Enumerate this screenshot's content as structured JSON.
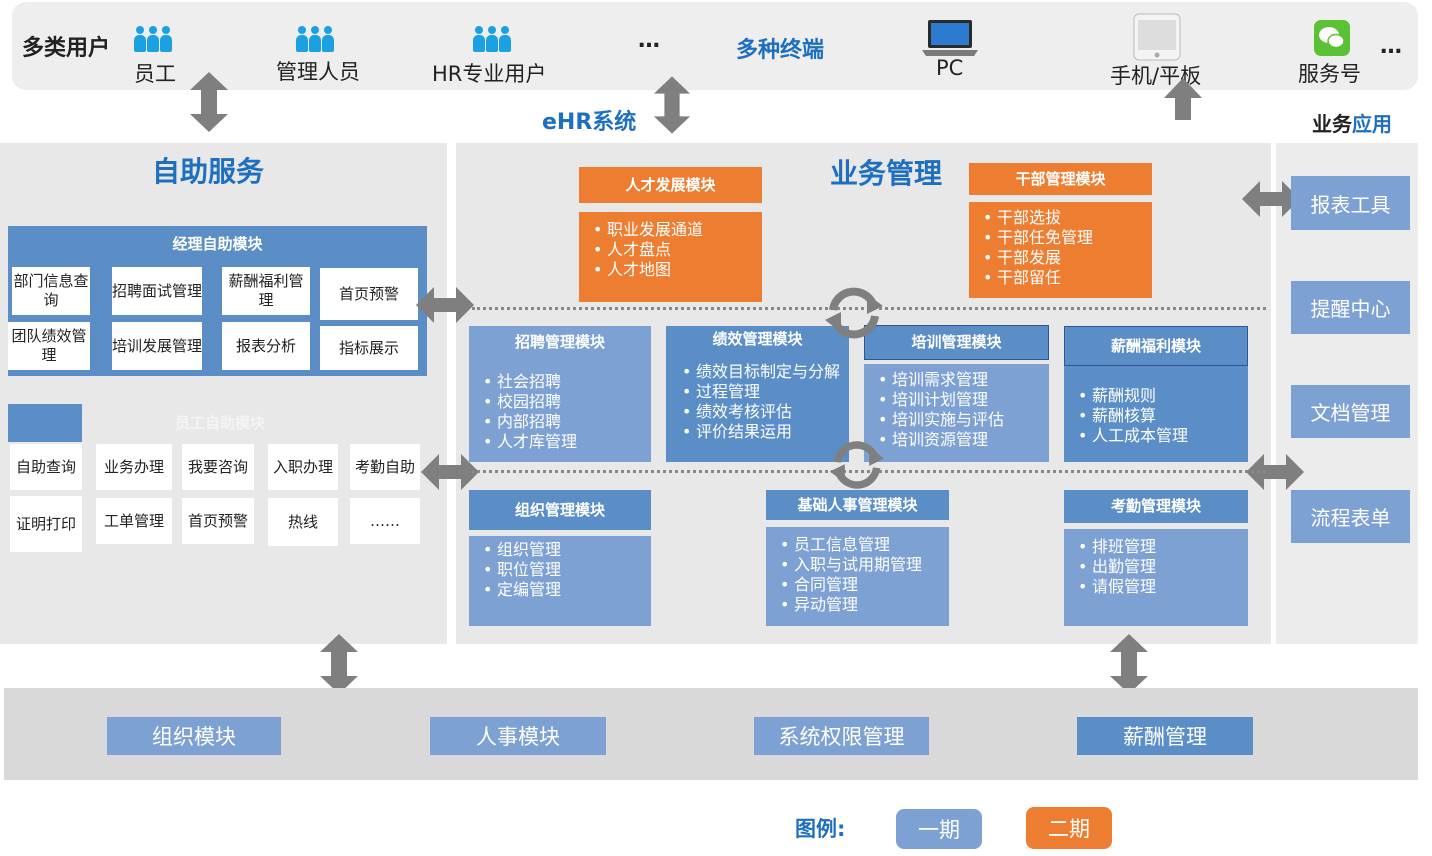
{
  "top": {
    "users_title": "多类用户",
    "users": [
      "员工",
      "管理人员",
      "HR专业用户"
    ],
    "ellipsis": "…",
    "terminals_title": "多种终端",
    "terminals": [
      "PC",
      "手机/平板",
      "服务号"
    ],
    "ellipsis2": "…"
  },
  "ehr_label": "eHR系统",
  "biz_app_label": {
    "part1": "业务",
    "part2": "应用"
  },
  "self_service": {
    "title": "自助服务",
    "manager": {
      "header": "经理自助模块",
      "cells": [
        "部门信息查询",
        "招聘面试管理",
        "薪酬福利管理",
        "首页预警",
        "团队绩效管 理",
        "培训发展管理",
        "报表分析",
        "指标展示"
      ]
    },
    "employee": {
      "header": "员工自助模块",
      "cells": [
        "自助查询",
        "业务办理",
        "我要咨询",
        "入职办理",
        "考勤自助",
        "证明打印",
        "工单管理",
        "首页预警",
        "热线",
        "……"
      ]
    }
  },
  "business": {
    "title": "业务管理",
    "talent": {
      "header": "人才发展模块",
      "items": [
        "职业发展通道",
        "人才盘点",
        "人才地图"
      ]
    },
    "cadre": {
      "header": "干部管理模块",
      "items": [
        "干部选拔",
        "干部任免管理",
        "干部发展",
        "干部留任"
      ]
    },
    "recruit": {
      "header": "招聘管理模块",
      "items": [
        "社会招聘",
        "校园招聘",
        "内部招聘",
        "人才库管理"
      ]
    },
    "perf": {
      "header": "绩效管理模块",
      "items": [
        "绩效目标制定与分解",
        "过程管理",
        "绩效考核评估",
        "评价结果运用"
      ]
    },
    "training": {
      "header": "培训管理模块",
      "items": [
        "培训需求管理",
        "培训计划管理",
        "培训实施与评估",
        "培训资源管理"
      ]
    },
    "salary": {
      "header": "薪酬福利模块",
      "items": [
        "薪酬规则",
        "薪酬核算",
        "人工成本管理"
      ]
    },
    "org": {
      "header": "组织管理模块",
      "items": [
        "组织管理",
        "职位管理",
        "定编管理"
      ]
    },
    "basic_hr": {
      "header": "基础人事管理模块",
      "items": [
        "员工信息管理",
        "入职与试用期管理",
        "合同管理",
        "异动管理"
      ]
    },
    "attendance": {
      "header": "考勤管理模块",
      "items": [
        "排班管理",
        "出勤管理",
        "请假管理"
      ]
    }
  },
  "side_apps": [
    "报表工具",
    "提醒中心",
    "文档管理",
    "流程表单"
  ],
  "bottom": [
    "组织模块",
    "人事模块",
    "系统权限管理",
    "薪酬管理"
  ],
  "legend": {
    "label": "图例:",
    "phase1": "一期",
    "phase2": "二期"
  },
  "colors": {
    "phase1": "#7ea1d3",
    "phase2": "#ed7d31",
    "title_blue": "#1f6fbf",
    "arrow": "#7f7f7f"
  }
}
